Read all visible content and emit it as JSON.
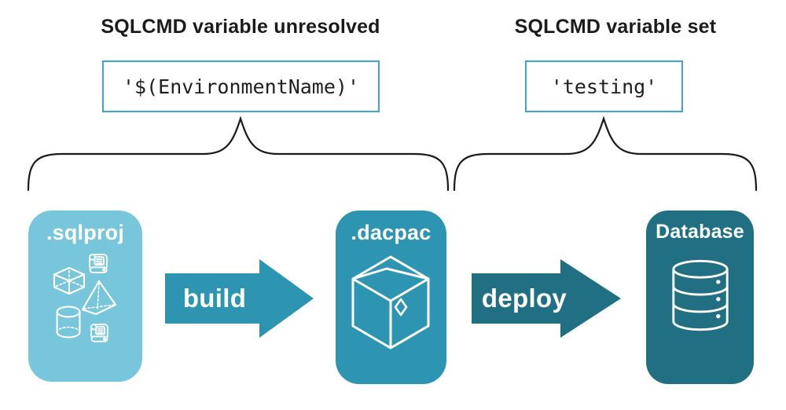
{
  "annotations": {
    "left": {
      "heading": "SQLCMD variable unresolved",
      "code": "'$(EnvironmentName)'"
    },
    "right": {
      "heading": "SQLCMD variable set",
      "code": "'testing'"
    }
  },
  "pipeline": {
    "sqlproj_label": ".sqlproj",
    "build_label": "build",
    "dacpac_label": ".dacpac",
    "deploy_label": "deploy",
    "database_label": "Database"
  },
  "icons": {
    "sqlproj": "schema-objects-icon (scroll, cube, pyramid, cylinder, scroll)",
    "dacpac": "package-box-icon",
    "database": "database-cylinder-icon"
  },
  "colors": {
    "light_blue": "#78C6DB",
    "mid_teal": "#2D95B2",
    "dark_teal": "#216F82",
    "code_box_border": "#3BA6C7",
    "brace": "#1A1A1A"
  }
}
